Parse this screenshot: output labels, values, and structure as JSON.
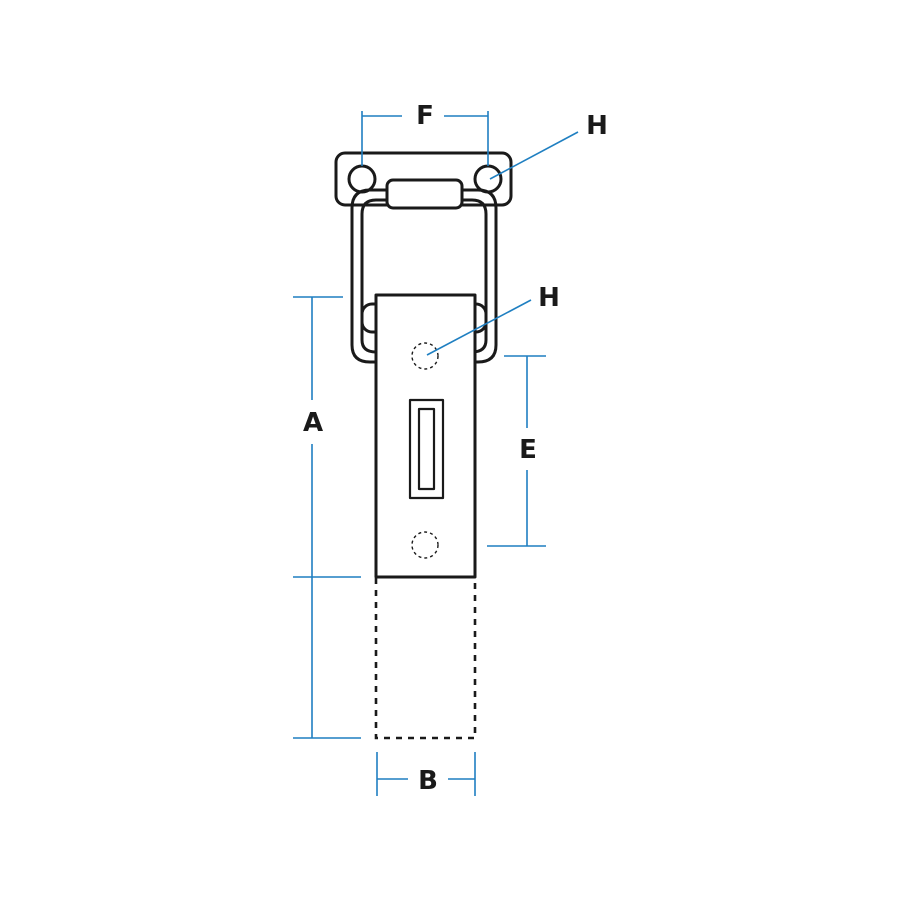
{
  "colors": {
    "outline": "#1a1a1a",
    "dimension": "#1f7fc1",
    "background": "#ffffff"
  },
  "labels": {
    "A": "A",
    "B": "B",
    "E": "E",
    "F": "F",
    "H_top": "H",
    "H_middle": "H"
  }
}
